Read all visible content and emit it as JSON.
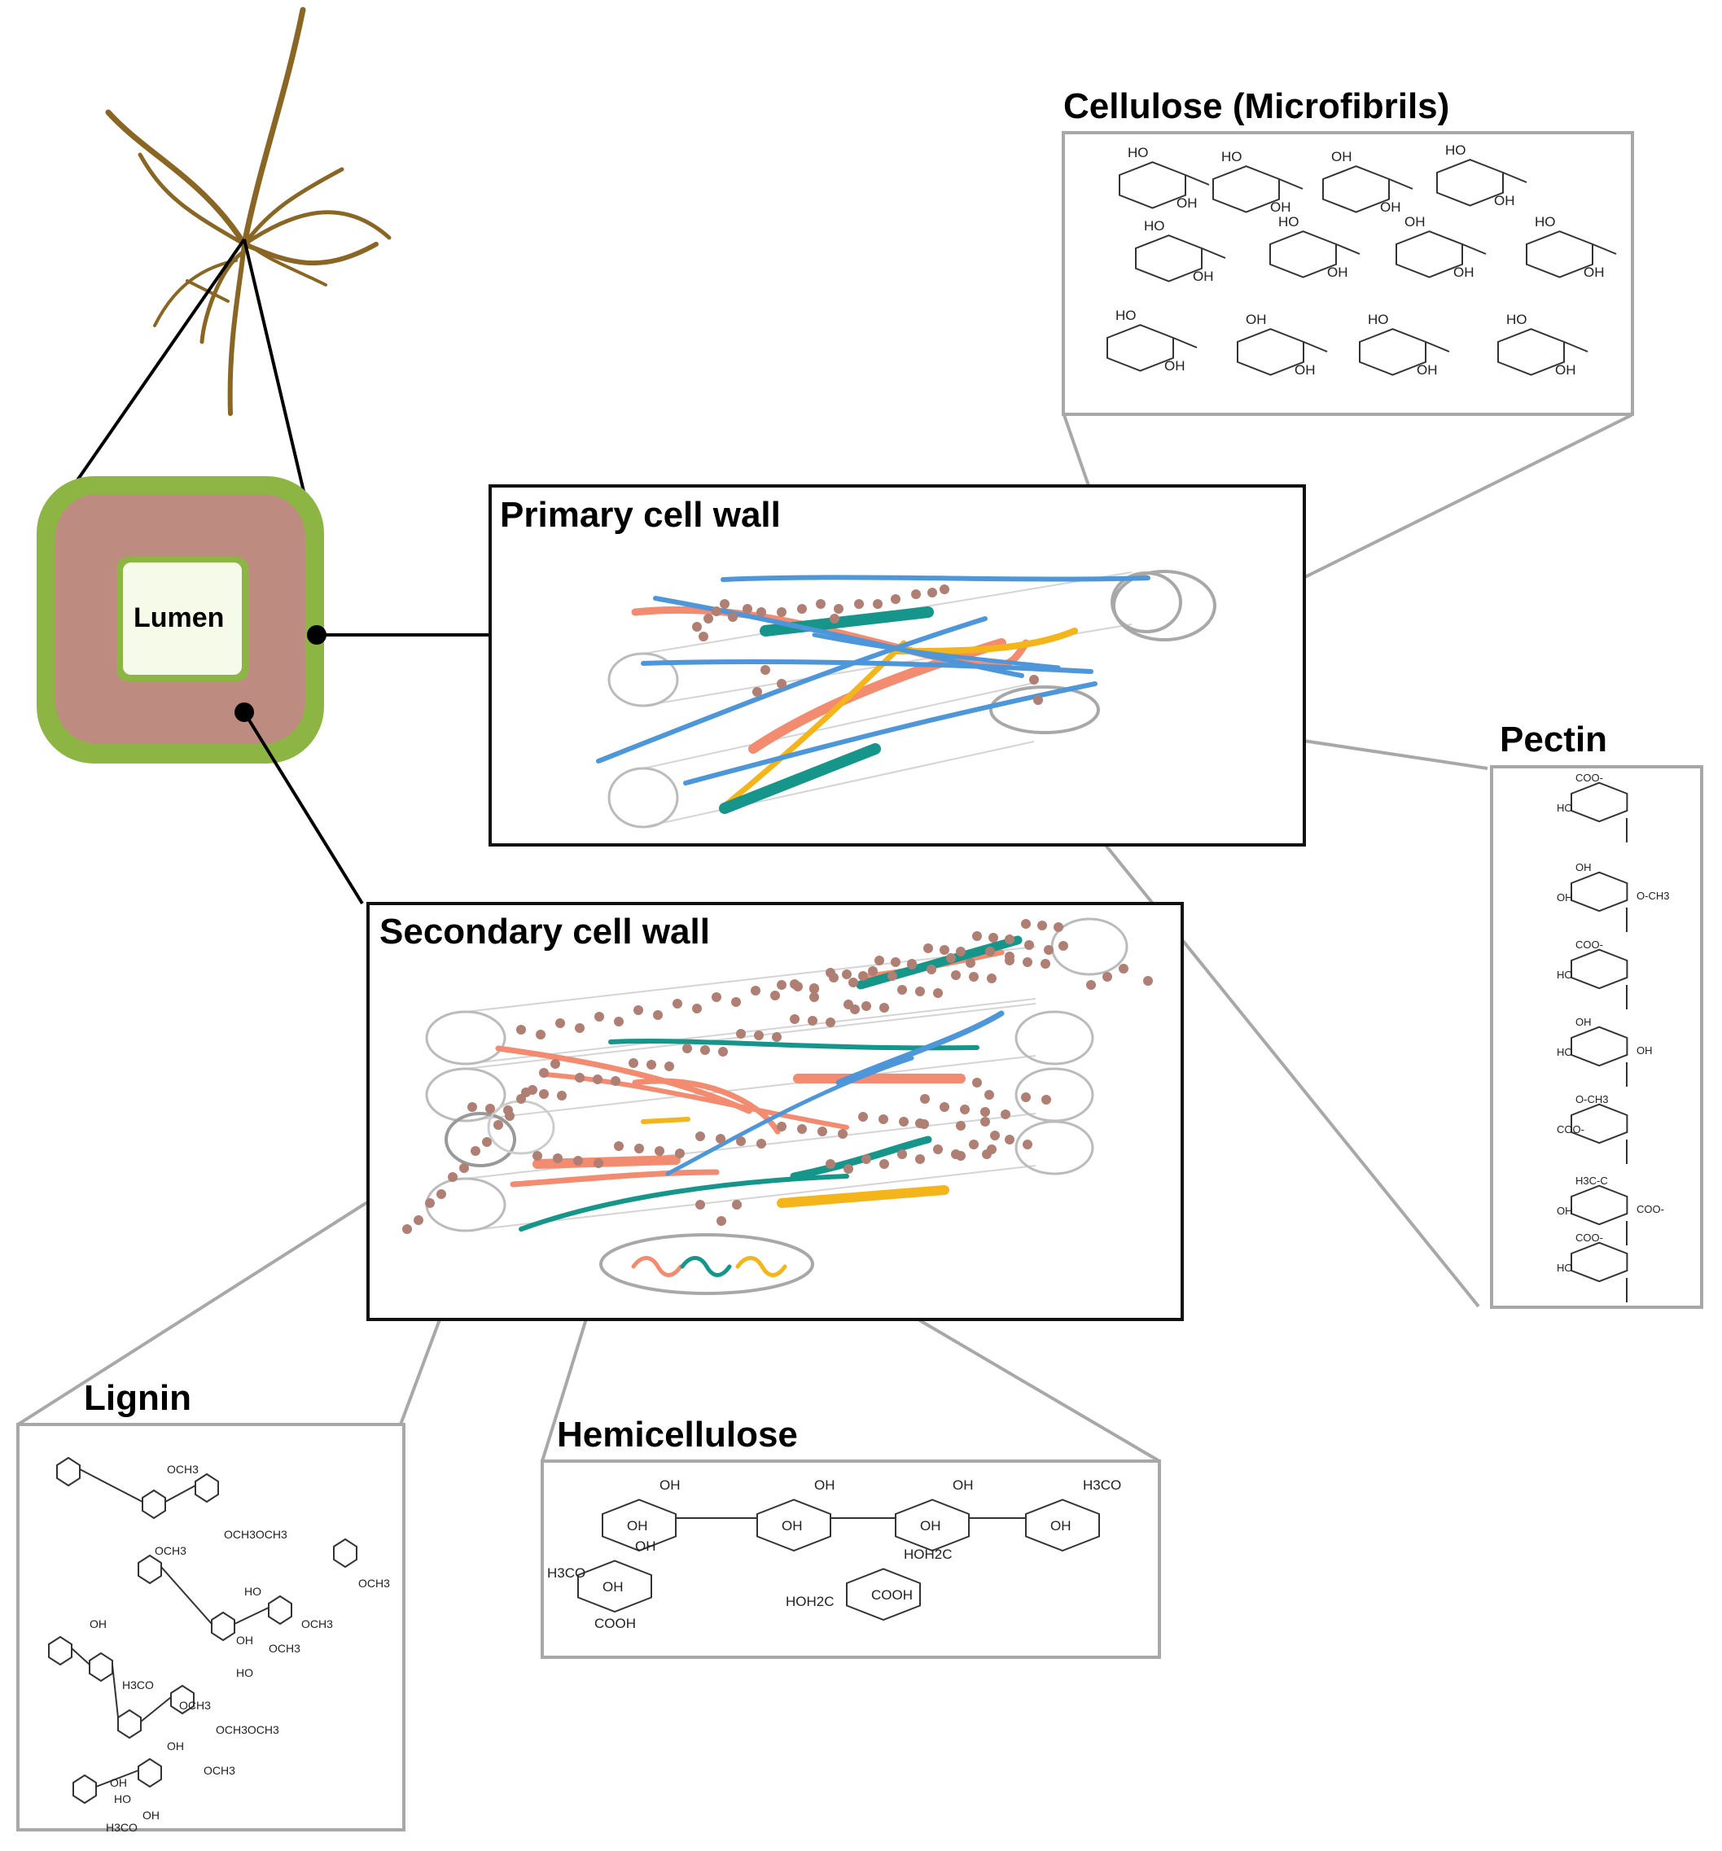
{
  "labels": {
    "lumen": "Lumen",
    "primary_wall": "Primary cell wall",
    "secondary_wall": "Secondary cell wall",
    "cellulose": "Cellulose (Microfibrils)",
    "pectin": "Pectin",
    "lignin": "Lignin",
    "hemicellulose": "Hemicellulose"
  },
  "chem_text": {
    "cellulose": [
      "HO",
      "OH",
      "HO",
      "OH",
      "OH",
      "OH",
      "HO",
      "OH",
      "HO",
      "OH",
      "HO",
      "OH",
      "OH",
      "OH",
      "HO",
      "OH",
      "HO",
      "OH",
      "OH",
      "OH",
      "HO",
      "OH",
      "HO",
      "OH",
      "OH",
      "OH"
    ],
    "hemicellulose": [
      "OH",
      "OH",
      "OH",
      "OH",
      "OH",
      "OH",
      "OH",
      "H3CO",
      "OH",
      "OH",
      "COOH",
      "HOH2C",
      "OH",
      "OH"
    ],
    "lignin": [
      "OCH3",
      "OCH3OCH3",
      "OCH3",
      "HO",
      "OCH3",
      "OCH3",
      "OH",
      "HO",
      "OH",
      "H3CO",
      "OCH3",
      "OCH3OCH3",
      "OH",
      "OCH3",
      "OH",
      "HO",
      "OH",
      "H3CO",
      "OCH3"
    ],
    "pectin": [
      "COO-",
      "HO",
      "OH",
      "OH",
      "O-CH3",
      "COO-",
      "HO",
      "OH",
      "HO",
      "OH",
      "O-CH3",
      "COO-",
      "H3C-C",
      "OH",
      "COO-",
      "COO-",
      "HO",
      "H3C-C"
    ]
  },
  "colors": {
    "outer_wall": "#8db543",
    "inner_wall": "#bd8b80",
    "lumen_fill": "#f6fbe9",
    "cellulose_blue": "#4d96d9",
    "hemi_orange": "#f28b70",
    "hemi_teal": "#16968a",
    "hemi_yellow": "#f4b51a",
    "lignin_dots": "#b07f74",
    "plant": "#8a6624"
  },
  "icons": [
    "plant-icon",
    "cell-cross-section-icon"
  ]
}
